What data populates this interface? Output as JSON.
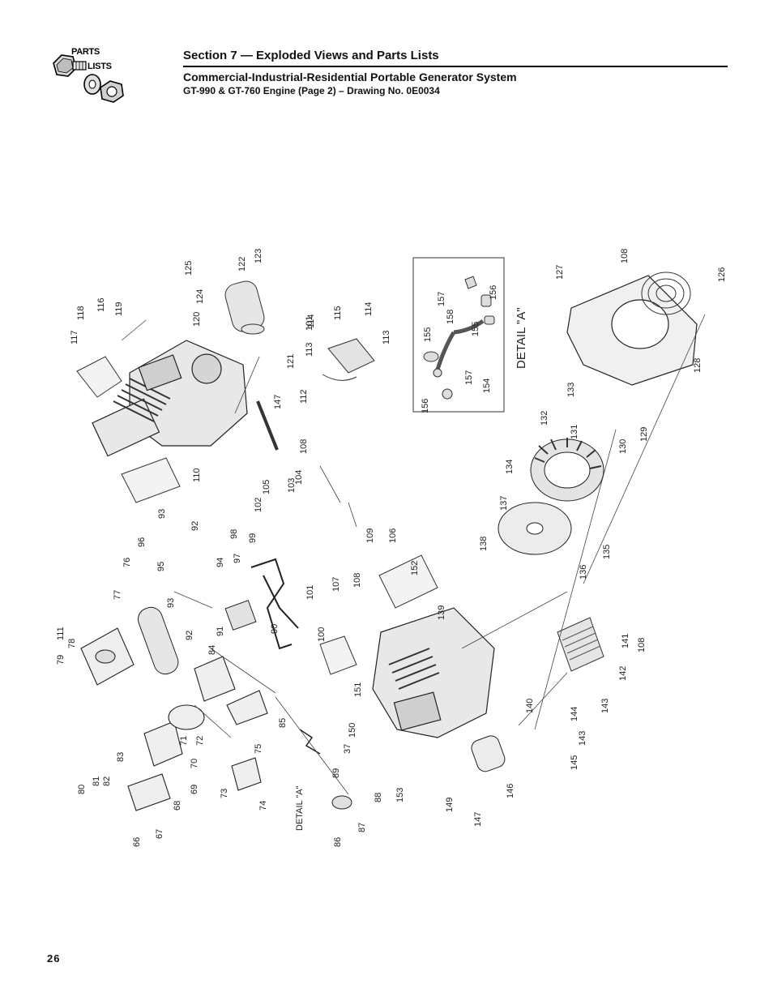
{
  "header": {
    "logo_line1": "PARTS",
    "logo_line2": "LISTS",
    "section_title": "Section 7 — Exploded Views and Parts Lists",
    "subtitle": "Commercial-Industrial-Residential Portable Generator System",
    "drawing": "GT-990 & GT-760 Engine (Page 2) – Drawing No. 0E0034"
  },
  "diagram": {
    "detail_box_title": "DETAIL \"A\"",
    "detail_marker": "DETAIL \"A\"",
    "labels": [
      "66",
      "67",
      "68",
      "69",
      "70",
      "71",
      "72",
      "73",
      "74",
      "75",
      "76",
      "77",
      "78",
      "79",
      "80",
      "81",
      "82",
      "83",
      "84",
      "85",
      "86",
      "87",
      "88",
      "89",
      "90",
      "91",
      "92",
      "92",
      "93",
      "93",
      "94",
      "95",
      "96",
      "97",
      "98",
      "99",
      "100",
      "101",
      "101",
      "102",
      "103",
      "104",
      "105",
      "106",
      "107",
      "108",
      "108",
      "108",
      "108",
      "109",
      "110",
      "111",
      "112",
      "113",
      "113",
      "114",
      "114",
      "115",
      "116",
      "117",
      "118",
      "119",
      "120",
      "121",
      "122",
      "123",
      "124",
      "125",
      "126",
      "127",
      "128",
      "129",
      "130",
      "131",
      "132",
      "133",
      "134",
      "135",
      "136",
      "137",
      "138",
      "139",
      "140",
      "141",
      "142",
      "143",
      "143",
      "144",
      "145",
      "146",
      "147",
      "147",
      "149",
      "150",
      "151",
      "152",
      "153",
      "154",
      "155",
      "155",
      "156",
      "156",
      "157",
      "157",
      "158",
      "37"
    ]
  },
  "footer": {
    "page_number": "26"
  }
}
